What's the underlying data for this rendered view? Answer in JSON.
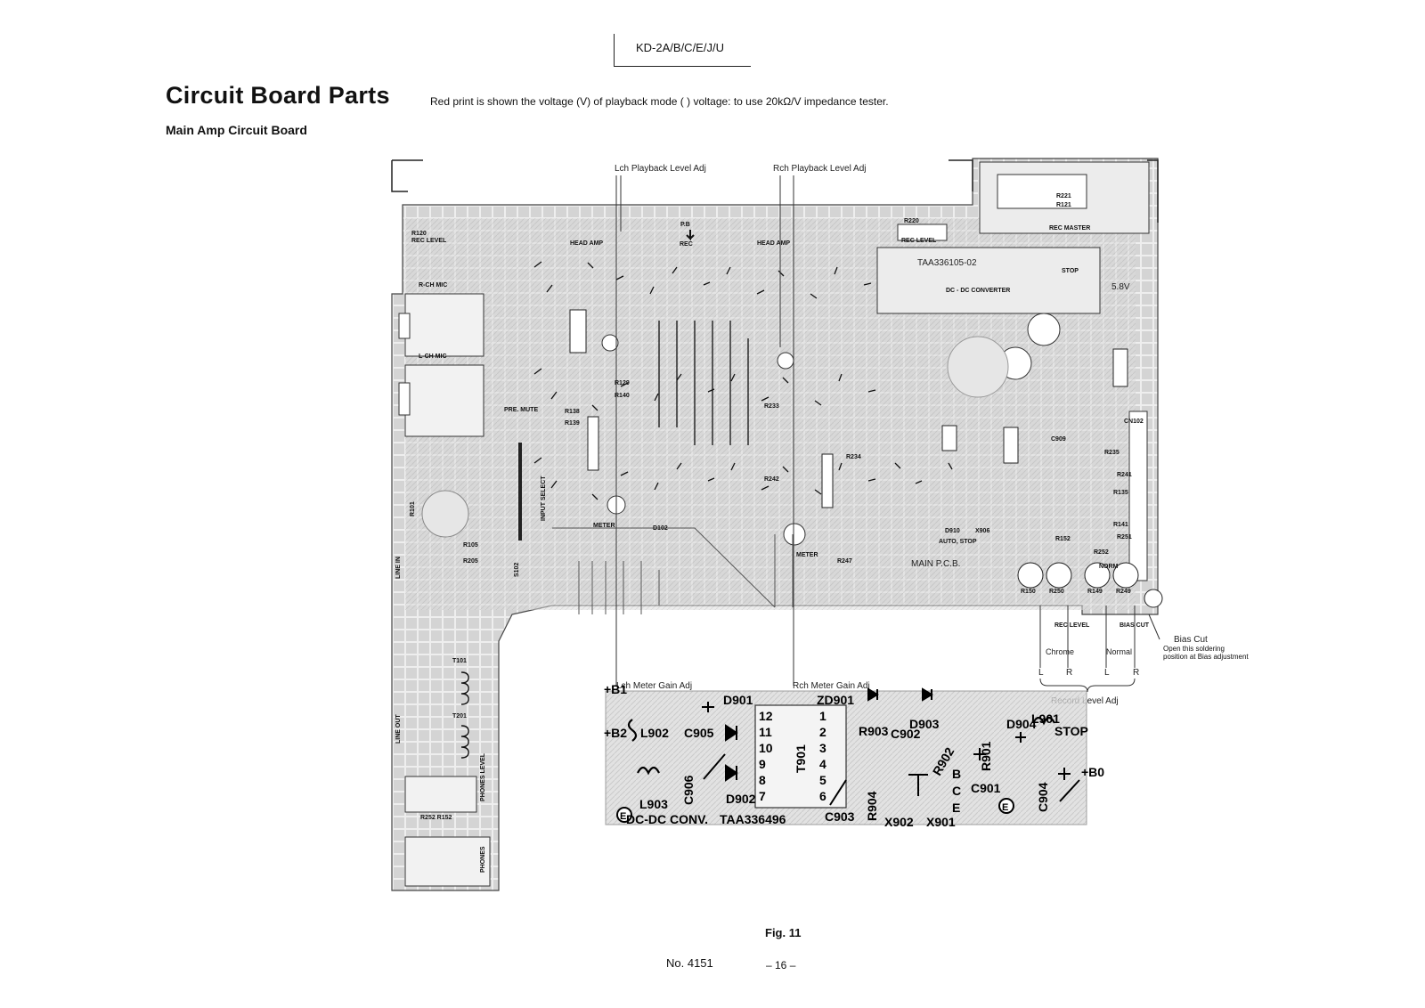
{
  "header": {
    "model": "KD-2A/B/C/E/J/U",
    "title": "Circuit Board Parts",
    "voltage_note": "Red print is shown the voltage (V) of playback mode (   ) voltage:  to use 20kΩ/V impedance tester.",
    "subtitle": "Main Amp Circuit Board"
  },
  "callouts": {
    "lch_playback": "Lch Playback Level Adj",
    "rch_playback": "Rch Playback Level Adj",
    "lch_meter": "Lch Meter Gain Adj",
    "rch_meter": "Rch Meter Gain Adj",
    "bias_cut": "Bias Cut",
    "bias_cut_note1": "Open this soldering",
    "bias_cut_note2": "position at Bias adjustment",
    "record_level": "Record Level Adj",
    "chrome": "Chrome",
    "normal": "Normal",
    "l": "L",
    "r": "R"
  },
  "main_board": {
    "labels": {
      "rec_level_left": "REC LEVEL",
      "r120": "R120",
      "rch_mic": "R-CH  MIC",
      "lch_mic": "L-CH  MIC",
      "line_in": "LINE IN",
      "line_out": "LINE OUT",
      "phones_level": "PHONES LEVEL",
      "phones": "PHONES",
      "r252_r152": "R252  R152",
      "head_amp_l": "HEAD AMP",
      "head_amp_r": "HEAD AMP",
      "pb_rec": "P.B",
      "rec": "REC",
      "pre_mute": "PRE. MUTE",
      "input_select": "INPUT  SELECT",
      "meter_l": "METER",
      "meter_r": "METER",
      "main_pcb": "MAIN P.C.B.",
      "auto_stop": "AUTO, STOP",
      "r220": "R220",
      "rec_level_top": "REC  LEVEL",
      "r221": "R221",
      "r121": "R121",
      "rec_master": "REC  MASTER",
      "ic_part": "TAA336105-02",
      "dcdc_conv_top": "DC - DC   CONVERTER",
      "stop": "STOP",
      "v58": "5.8V",
      "cn102": "CN102",
      "rec_level_bottom": "REC   LEVEL",
      "bias_cut_bottom": "BIAS  CUT",
      "r150": "R150",
      "r250": "R250",
      "r149": "R149",
      "r249": "R249",
      "norm": "NORM",
      "t101": "T101",
      "t201": "T201",
      "r101": "R101",
      "r105": "R105",
      "r205": "R205",
      "r129": "R129",
      "r140": "R140",
      "r138": "R138",
      "r139": "R139",
      "r233": "R233",
      "r234": "R234",
      "r242": "R242",
      "r247": "R247",
      "r135": "R135",
      "r141": "R141",
      "r235": "R235",
      "r241": "R241",
      "r152b": "R152",
      "r251": "R251",
      "r252b": "R252",
      "d102": "D102",
      "s102": "S102",
      "c909": "C909",
      "x906": "X906",
      "d910": "D910"
    }
  },
  "dcdc_board": {
    "labels": {
      "d901": "D901",
      "zd901": "ZD901",
      "d903": "D903",
      "d904": "D904",
      "l901": "L901",
      "stop": "STOP",
      "b1": "+B1",
      "b2": "+B2",
      "b0": "+B0",
      "l902": "L902",
      "c905": "C905",
      "r903": "R903",
      "c902": "C902",
      "r901": "R901",
      "r902": "R902",
      "l903": "L903",
      "c906": "C906",
      "d902": "D902",
      "t901": "T901",
      "c903": "C903",
      "r904": "R904",
      "c901": "C901",
      "c904": "C904",
      "x902": "X902",
      "x901": "X901",
      "dcdc_conv": "DC-DC CONV.",
      "taa": "TAA336496",
      "e_mark": "E",
      "b": "B",
      "c": "C",
      "e": "E",
      "pins_left": [
        "12",
        "11",
        "10",
        "9",
        "8",
        "7"
      ],
      "pins_right": [
        "1",
        "2",
        "3",
        "4",
        "5",
        "6"
      ]
    }
  },
  "footer": {
    "figure": "Fig. 11",
    "doc_number": "No. 4151",
    "page": "– 16 –"
  }
}
